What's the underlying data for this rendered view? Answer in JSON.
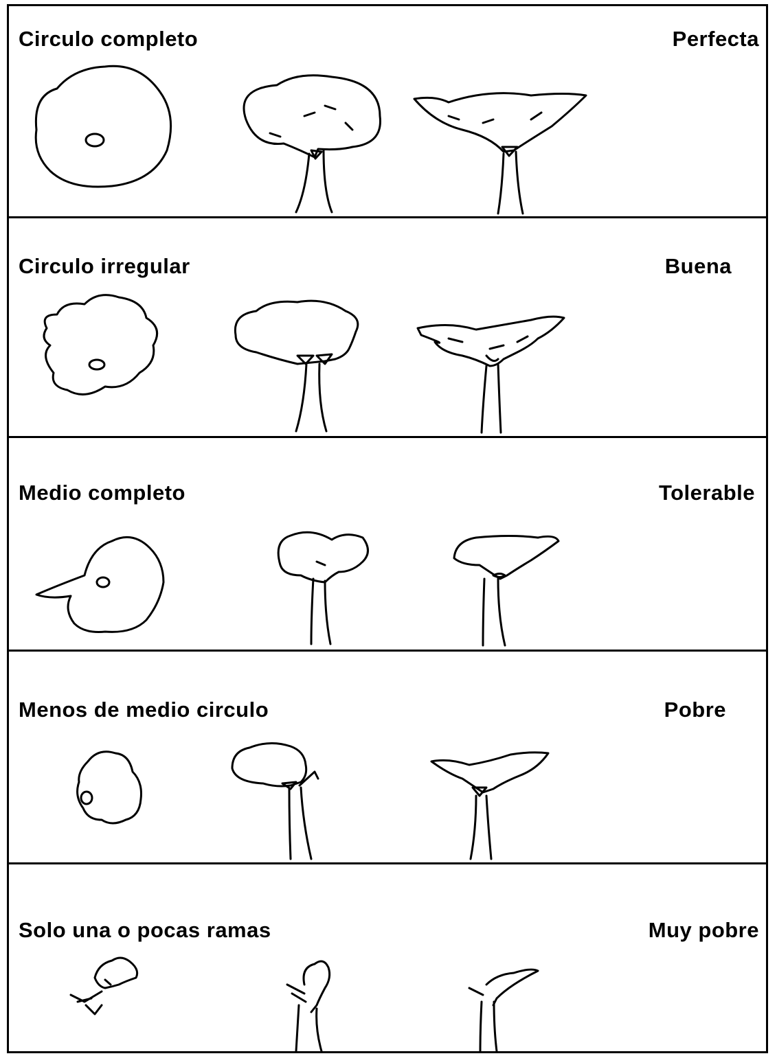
{
  "rows": [
    {
      "category": "Circulo completo",
      "rating": "Perfecta"
    },
    {
      "category": "Circulo irregular",
      "rating": "Buena"
    },
    {
      "category": "Medio completo",
      "rating": "Tolerable"
    },
    {
      "category": "Menos de medio circulo",
      "rating": "Pobre"
    },
    {
      "category": "Solo una o pocas ramas",
      "rating": "Muy pobre"
    }
  ],
  "icons": [
    "crown-top-view-icon",
    "tree-side-view-icon",
    "tree-front-view-icon"
  ],
  "colors": {
    "line": "#000000",
    "background": "#ffffff"
  }
}
